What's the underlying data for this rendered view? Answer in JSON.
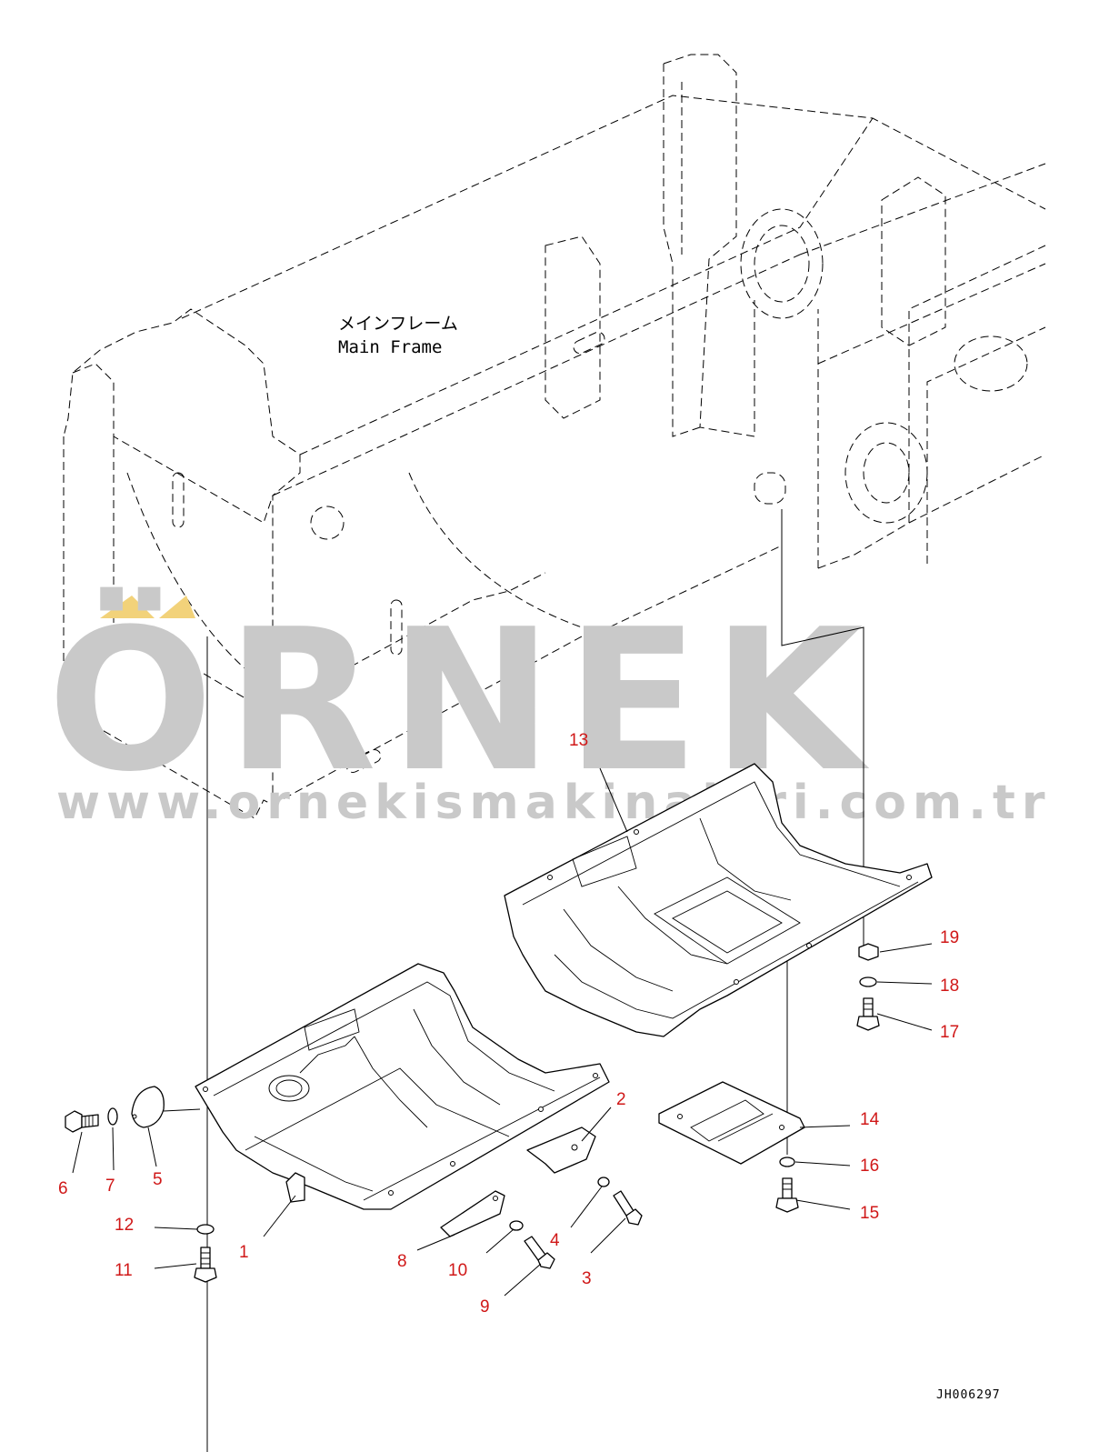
{
  "frame_label": {
    "japanese": "メインフレーム",
    "english": "Main Frame"
  },
  "watermark": {
    "brand": "ÖRNEK",
    "url": "www.ornekismakinalari.com.tr",
    "color": "#c9c9c9",
    "accent_color": "#f2d27a"
  },
  "callouts": [
    {
      "id": "1",
      "label": "1"
    },
    {
      "id": "2",
      "label": "2"
    },
    {
      "id": "3",
      "label": "3"
    },
    {
      "id": "4",
      "label": "4"
    },
    {
      "id": "5",
      "label": "5"
    },
    {
      "id": "6",
      "label": "6"
    },
    {
      "id": "7",
      "label": "7"
    },
    {
      "id": "8",
      "label": "8"
    },
    {
      "id": "9",
      "label": "9"
    },
    {
      "id": "10",
      "label": "10"
    },
    {
      "id": "11",
      "label": "11"
    },
    {
      "id": "12",
      "label": "12"
    },
    {
      "id": "13",
      "label": "13"
    },
    {
      "id": "14",
      "label": "14"
    },
    {
      "id": "15",
      "label": "15"
    },
    {
      "id": "16",
      "label": "16"
    },
    {
      "id": "17",
      "label": "17"
    },
    {
      "id": "18",
      "label": "18"
    },
    {
      "id": "19",
      "label": "19"
    }
  ],
  "label_color": "#d01818",
  "doc_id": "JH006297"
}
